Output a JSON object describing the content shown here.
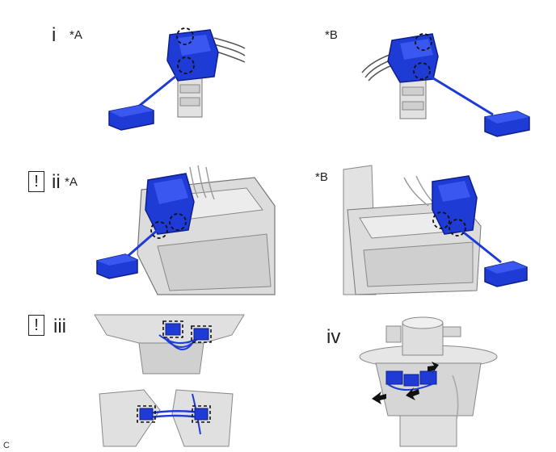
{
  "steps": {
    "i": "i",
    "ii": "ii",
    "iii": "iii",
    "iv": "iv"
  },
  "variants": {
    "a": "*A",
    "b": "*B"
  },
  "caution_symbol": "!",
  "footer_code": "C",
  "colors": {
    "part_blue": "#1e3bd6",
    "part_blue_dark": "#0f1f8a",
    "housing_gray": "#d9d9d9",
    "outline": "#555555"
  }
}
